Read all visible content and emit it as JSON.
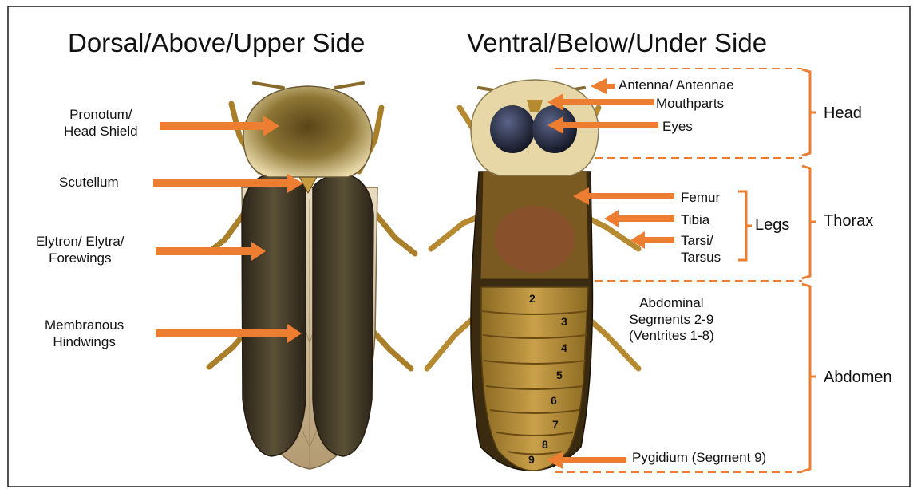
{
  "titles": {
    "dorsal": "Dorsal/Above/Upper Side",
    "ventral": "Ventral/Below/Under Side"
  },
  "dorsal_labels": {
    "pronotum_1": "Pronotum/",
    "pronotum_2": "Head Shield",
    "scutellum": "Scutellum",
    "elytron_1": "Elytron/ Elytra/",
    "elytron_2": "Forewings",
    "hindwings_1": "Membranous",
    "hindwings_2": "Hindwings"
  },
  "ventral_labels": {
    "antenna": "Antenna/ Antennae",
    "mouthparts": "Mouthparts",
    "eyes": "Eyes",
    "femur": "Femur",
    "tibia": "Tibia",
    "tarsi_1": "Tarsi/",
    "tarsi_2": "Tarsus",
    "legs": "Legs",
    "abdominal_1": "Abdominal",
    "abdominal_2": "Segments 2-9",
    "abdominal_3": "(Ventrites 1-8)",
    "pygidium": "Pygidium (Segment 9)"
  },
  "segment_numbers": [
    "2",
    "3",
    "4",
    "5",
    "6",
    "7",
    "8",
    "9"
  ],
  "regions": {
    "head": "Head",
    "thorax": "Thorax",
    "abdomen": "Abdomen"
  },
  "colors": {
    "arrow": "#ED7D31",
    "bracket": "#ED7D31",
    "frame": "#1a1a1a",
    "text": "#111111"
  }
}
